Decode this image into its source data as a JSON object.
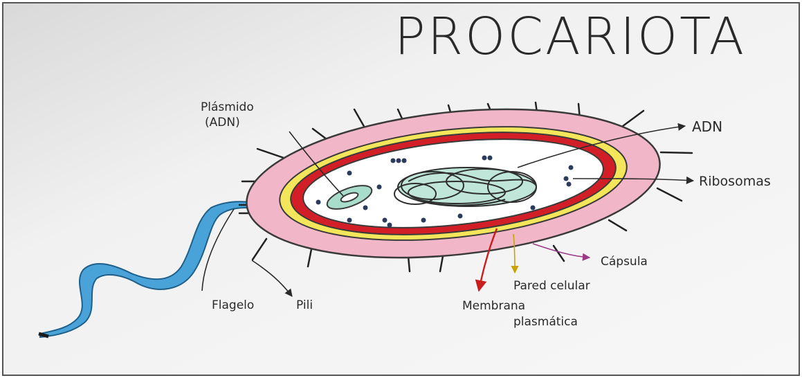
{
  "title": "PROCARIOTA",
  "labels": {
    "plasmid_line1": "Plásmido",
    "plasmid_line2": "(ADN)",
    "dna": "ADN",
    "ribosomes": "Ribosomas",
    "capsule": "Cápsula",
    "cell_wall": "Pared celular",
    "membrane_line1": "Membrana",
    "membrane_line2": "plasmática",
    "flagellum": "Flagelo",
    "pili": "Pili"
  },
  "colors": {
    "capsule": "#f1b6c7",
    "cell_wall": "#f3e65a",
    "membrane": "#d21f27",
    "cytoplasm": "#ffffff",
    "flagellum": "#4aa3d8",
    "nucleoid": "#bfe6d8",
    "plasmid": "#a8dccb",
    "ink": "#2a2a2a",
    "arrow_capsule": "#9b3a86",
    "arrow_wall": "#c8a400",
    "arrow_membrane": "#c81e1e"
  }
}
